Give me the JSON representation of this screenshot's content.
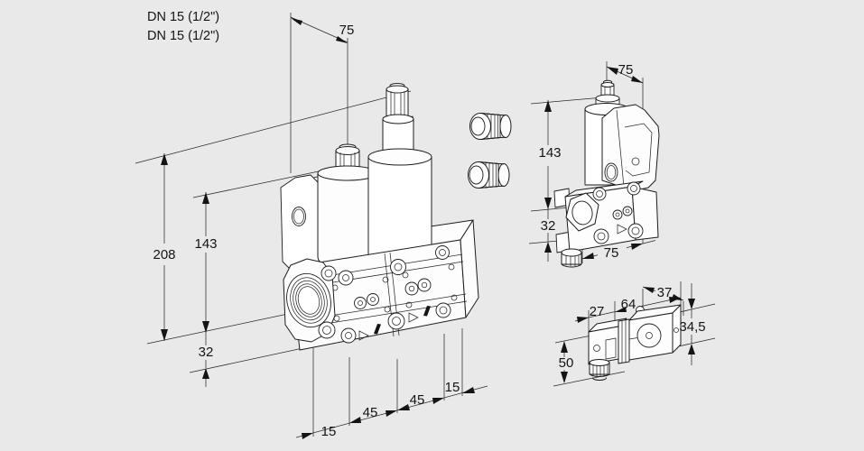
{
  "drawing": {
    "kind": "valve dimensional drawing",
    "background_color": "#e9e9e9",
    "line_color": "#1c1c1c",
    "front_view": {
      "name": "double solenoid valve front isometric view",
      "port_label_top": "DN 15 (1/2\")",
      "port_label_bottom": "DN 15 (1/2\")",
      "dim_top_width": "75",
      "dim_overall_height": "208",
      "dim_coil_height": "143",
      "dim_axis_offset": "32",
      "dim_chain": [
        "15",
        "45",
        "45",
        "15"
      ]
    },
    "side_view": {
      "name": "single valve side isometric view",
      "dim_top_width": "75",
      "dim_height": "143",
      "dim_axis_offset": "32",
      "dim_width": "75"
    },
    "accessories": {
      "name": "cable glands",
      "count": "2"
    },
    "connector_view": {
      "name": "solenoid connector plug view",
      "dim_plug_width": "27",
      "dim_body_length": "64",
      "dim_rear_length": "37",
      "dim_body_height": "34,5",
      "dim_total_height": "50"
    }
  }
}
